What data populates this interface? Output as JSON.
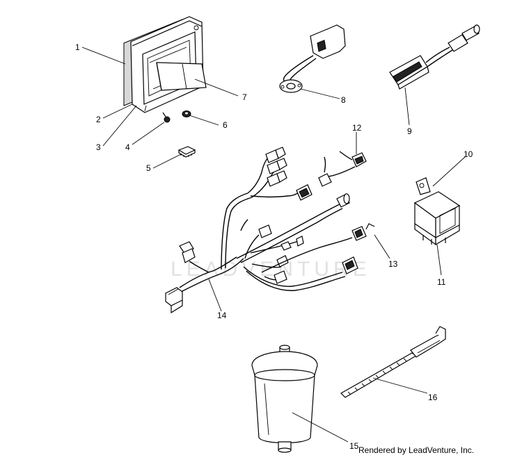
{
  "diagram": {
    "callouts": [
      "1",
      "2",
      "3",
      "4",
      "5",
      "6",
      "7",
      "8",
      "9",
      "10",
      "11",
      "12",
      "13",
      "14",
      "15",
      "16"
    ],
    "watermark": "LEADVENTURE",
    "footer": "Rendered by LeadVenture, Inc."
  }
}
